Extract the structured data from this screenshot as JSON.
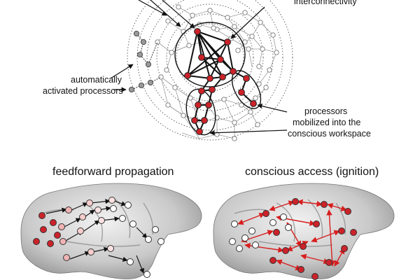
{
  "labels": {
    "interconnectivity": "interconnectivity",
    "auto_line1": "automatically",
    "auto_line2": "activated processors",
    "mob_line1": "processors",
    "mob_line2": "mobilized into the",
    "mob_line3": "conscious workspace",
    "feedforward_title": "feedforward propagation",
    "ignition_title": "conscious access (ignition)"
  },
  "colors": {
    "active_node": "#cc2229",
    "pale_node": "#f4c3c3",
    "gray_node": "#9a9a9a",
    "inactive_node": "#ffffff",
    "ignition_arrow": "#d81e1e",
    "feedforward_arrow": "#1a1a1a"
  }
}
